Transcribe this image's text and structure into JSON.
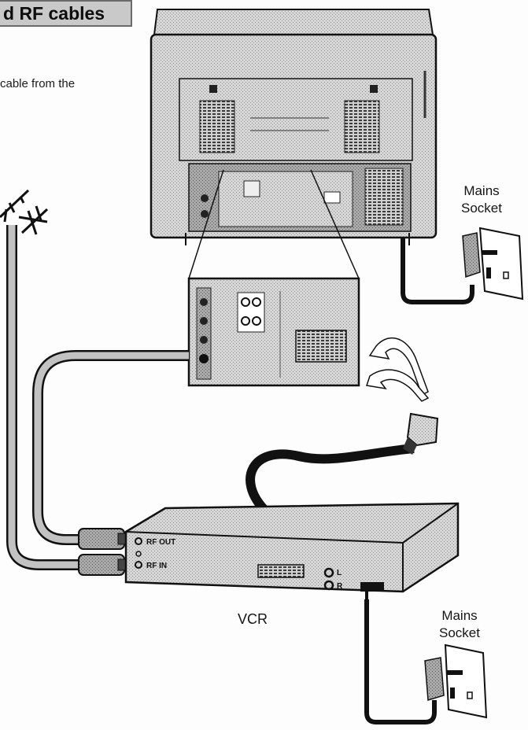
{
  "heading": "d RF cables",
  "intro_text": "cable  from the",
  "labels": {
    "tv_mains": [
      "Mains",
      "Socket"
    ],
    "vcr_mains": [
      "Mains",
      "Socket"
    ],
    "vcr": "VCR",
    "rf_out": "RF OUT",
    "rf_in": "RF IN",
    "audio_l": "L",
    "audio_r": "R"
  },
  "colors": {
    "ink": "#111111",
    "device_grey": "#d2d2d2",
    "device_dark": "#8a8a8a",
    "cable": "#1c1c1c",
    "rf_cable": "#bdbdbd"
  }
}
